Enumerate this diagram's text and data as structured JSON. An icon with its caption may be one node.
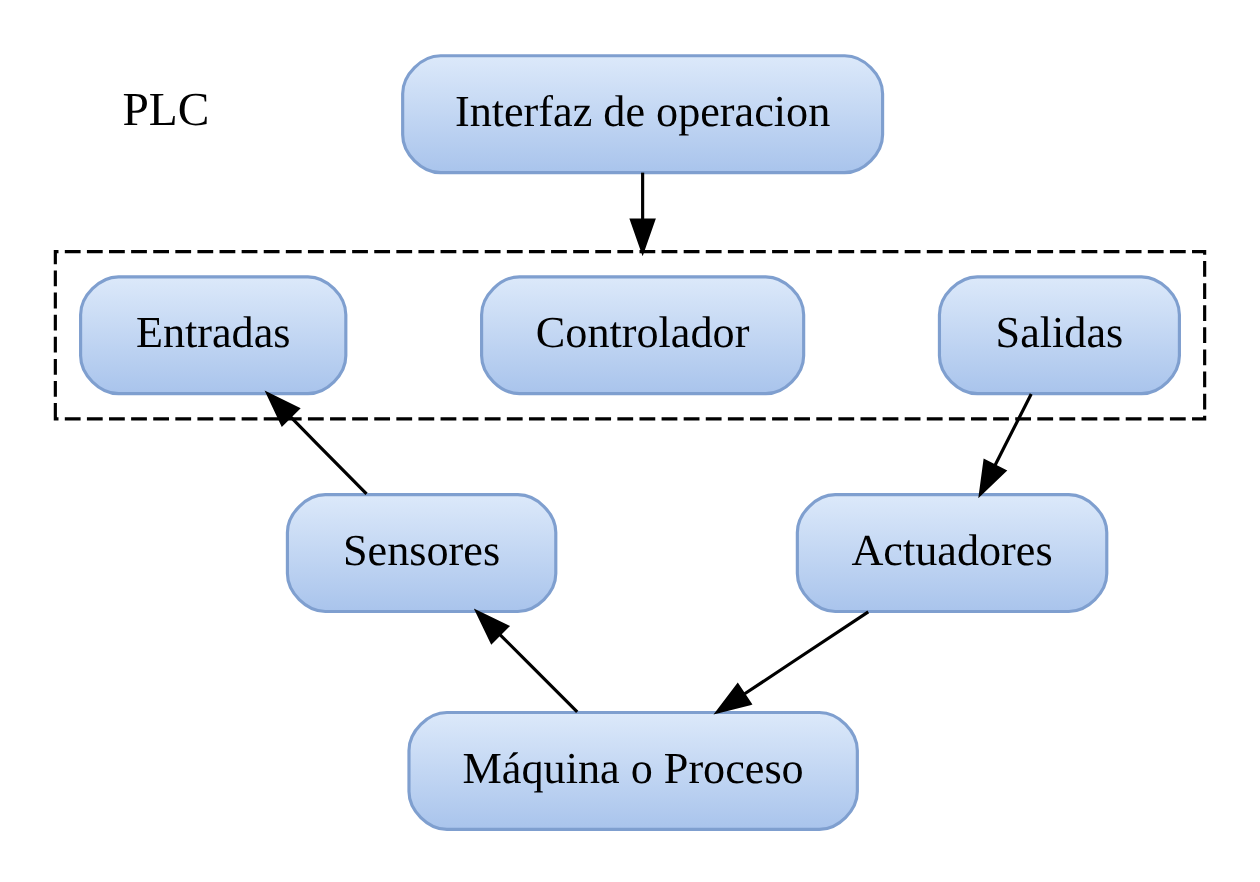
{
  "diagram": {
    "nodes": [
      {
        "text": [
          "Interfaz de operacion"
        ]
      },
      {
        "text": [],
        "shape": "box"
      },
      {
        "text": [
          "Entradas"
        ],
        "in": 1
      },
      {
        "text": [
          "Controlador"
        ],
        "in": 1
      },
      {
        "text": [
          "Salidas"
        ],
        "in": 1
      },
      {
        "text": [
          "Sensores"
        ]
      },
      {
        "text": [
          "Actuadores"
        ]
      },
      {
        "text": [
          "Máquina o Proceso"
        ]
      }
    ],
    "edges": [
      {
        "from": 0,
        "to": 1,
        "arrow": "to"
      },
      {
        "from": 5,
        "to": 2,
        "arrow": "to"
      },
      {
        "from": 4,
        "to": 6,
        "arrow": "to"
      },
      {
        "from": 6,
        "to": 7,
        "arrow": "to"
      },
      {
        "from": 7,
        "to": 5,
        "arrow": "to"
      }
    ],
    "labels": [
      "PLC"
    ]
  }
}
